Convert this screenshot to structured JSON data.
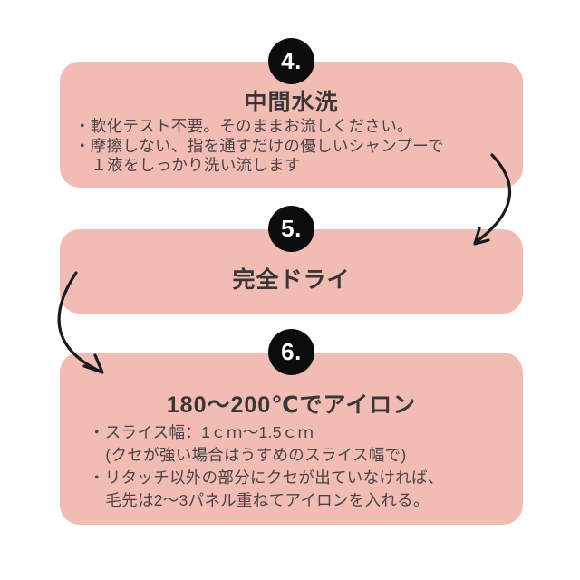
{
  "colors": {
    "background": "#ffffff",
    "card_bg": "#f1bcb3",
    "badge_bg": "#0d0c0c",
    "badge_text": "#ffffff",
    "title_text": "#3a3536",
    "body_text": "#4c4347",
    "arrow": "#1a1a1a"
  },
  "steps": [
    {
      "number": "4.",
      "title": "中間水洗",
      "lines": [
        {
          "text": "・軟化テスト不要。そのままお流しください。"
        },
        {
          "text": "・摩擦しない、指を通すだけの優しいシャンプーで"
        },
        {
          "text": "１液をしっかり洗い流します"
        }
      ]
    },
    {
      "number": "5.",
      "title": "完全ドライ",
      "lines": []
    },
    {
      "number": "6.",
      "title": "180〜200℃でアイロン",
      "lines": [
        {
          "text": "・スライス幅：1ｃｍ〜1.5ｃｍ"
        },
        {
          "text": "(クセが強い場合はうすめのスライス幅で)"
        },
        {
          "text": "・リタッチ以外の部分にクセが出ていなければ、"
        },
        {
          "text": "毛先は2〜3パネル重ねてアイロンを入れる。"
        }
      ]
    }
  ],
  "arrows": [
    {
      "name": "arrow-step4-to-step5"
    },
    {
      "name": "arrow-step5-to-step6"
    }
  ]
}
